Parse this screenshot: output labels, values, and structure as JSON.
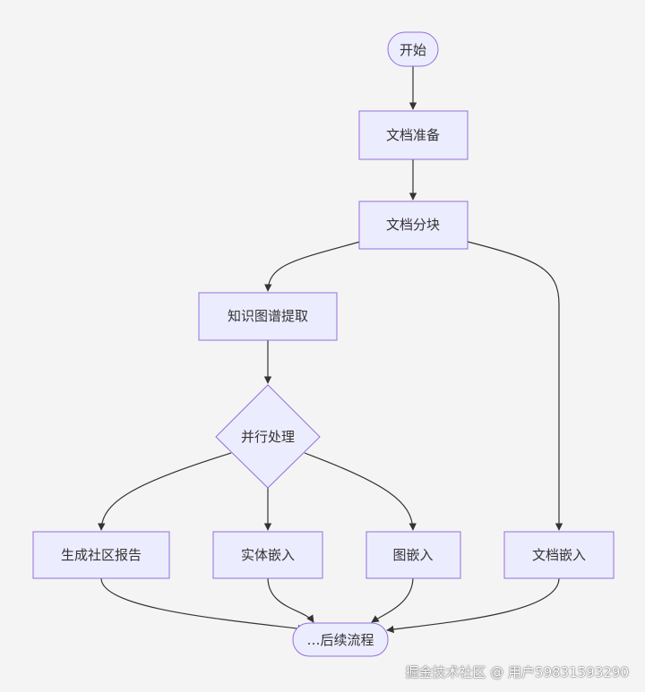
{
  "nodes": {
    "start": "开始",
    "doc_prep": "文档准备",
    "doc_chunk": "文档分块",
    "kg_extract": "知识图谱提取",
    "parallel": "并行处理",
    "community_report": "生成社区报告",
    "entity_embed": "实体嵌入",
    "graph_embed": "图嵌入",
    "doc_embed": "文档嵌入",
    "next": "…后续流程"
  },
  "watermark": "掘金技术社区 @ 用户59831593290"
}
